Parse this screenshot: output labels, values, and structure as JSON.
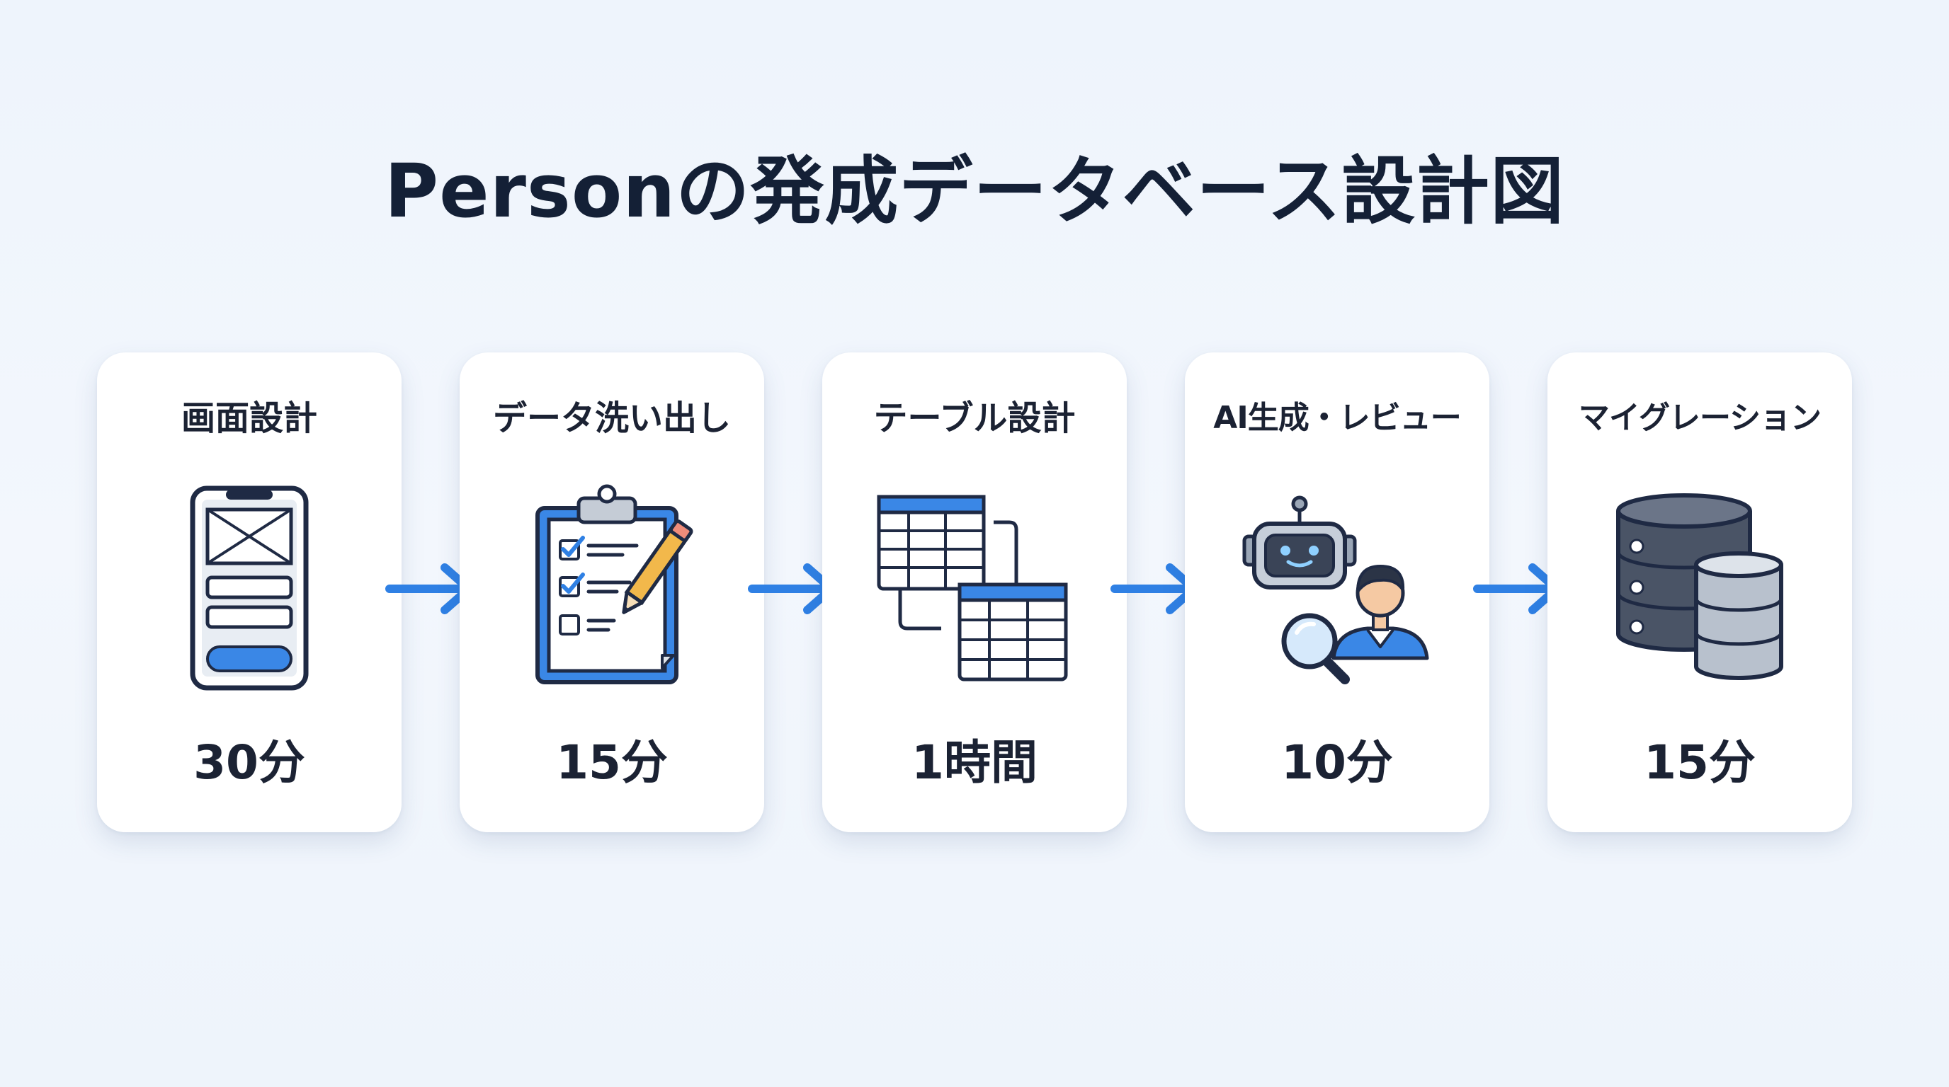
{
  "title": "Personの発成データベース設計図",
  "steps": [
    {
      "label": "画面設計",
      "time": "30分",
      "icon": "mobile-wireframe-icon"
    },
    {
      "label": "データ洗い出し",
      "time": "15分",
      "icon": "clipboard-checklist-icon"
    },
    {
      "label": "テーブル設計",
      "time": "1時間",
      "icon": "linked-tables-icon"
    },
    {
      "label": "AI生成・レビュー",
      "time": "10分",
      "icon": "robot-reviewer-icon"
    },
    {
      "label": "マイグレーション",
      "time": "15分",
      "icon": "database-icon"
    }
  ],
  "colors": {
    "background": "#eef4fc",
    "accent": "#2f80e4",
    "outline": "#1f2a44",
    "card": "#ffffff"
  }
}
